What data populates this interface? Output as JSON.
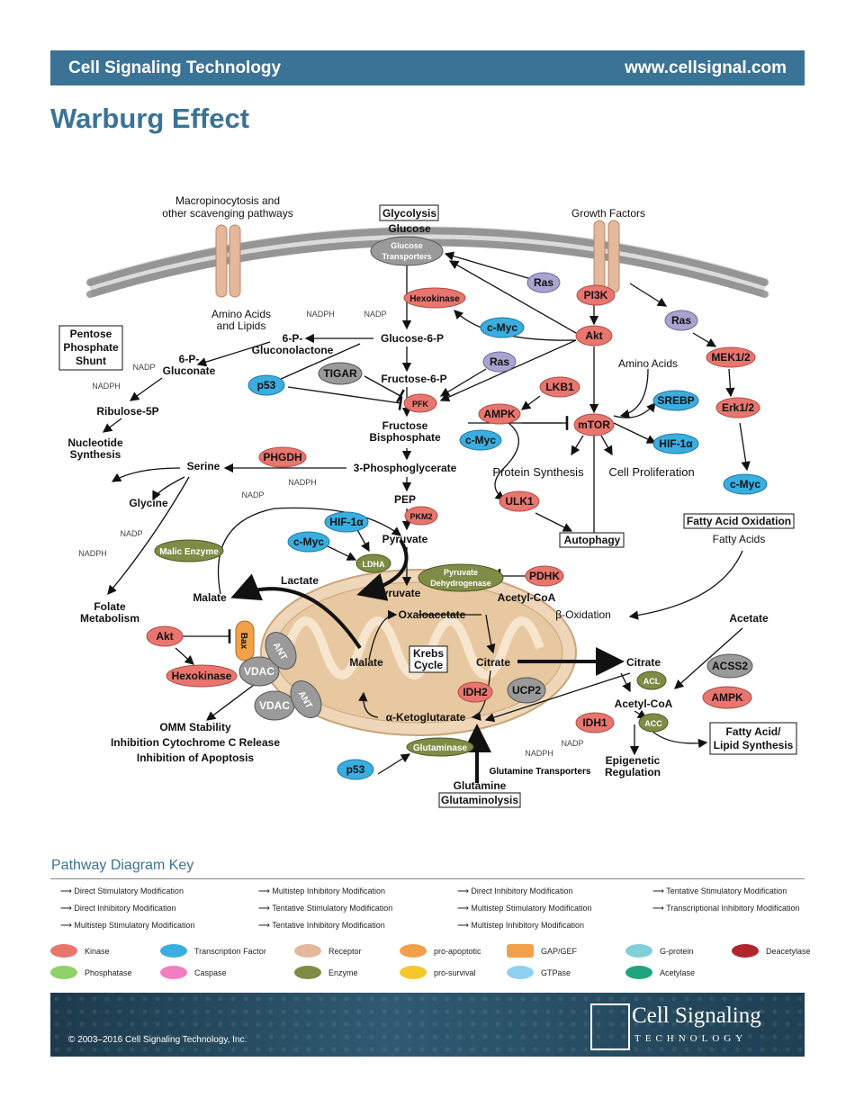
{
  "header": {
    "brand": "Cell Signaling Technology",
    "url": "www.cellsignal.com"
  },
  "page_title": "Warburg Effect",
  "diagram": {
    "macropinocytosis": [
      "Macropinocytosis and",
      "other scavenging pathways"
    ],
    "glycolysis_box": "Glycolysis",
    "glucose": "Glucose",
    "glucose_transporters": [
      "Glucose",
      "Transporters"
    ],
    "growth_factors": "Growth Factors",
    "amino_acids_lipids": [
      "Amino Acids",
      "and Lipids"
    ],
    "pentose_box": [
      "Pentose",
      "Phosphate",
      "Shunt"
    ],
    "nadph": "NADPH",
    "nadp": "NADP",
    "gluconolactone": [
      "6-P-",
      "Gluconolactone"
    ],
    "gluconate": [
      "6-P-",
      "Gluconate"
    ],
    "glucose6p": "Glucose-6-P",
    "fructose6p": "Fructose-6-P",
    "fructose_bisphosphate": [
      "Fructose",
      "Bisphosphate"
    ],
    "ribulose": "Ribulose-5P",
    "nucleotide": [
      "Nucleotide",
      "Synthesis"
    ],
    "serine": "Serine",
    "glycine": "Glycine",
    "phosphoglycerate": "3-Phosphoglycerate",
    "pep": "PEP",
    "pyruvate": "Pyruvate",
    "lactate": "Lactate",
    "malate": "Malate",
    "folate": [
      "Folate",
      "Metabolism"
    ],
    "protein_synthesis": "Protein Synthesis",
    "cell_proliferation": "Cell Proliferation",
    "amino_acids": "Amino Acids",
    "autophagy_box": "Autophagy",
    "fatty_acid_oxidation_box": "Fatty Acid Oxidation",
    "fatty_acids": "Fatty Acids",
    "beta_oxidation": "β-Oxidation",
    "acetate": "Acetate",
    "oxaloacetate": "Oxaloacetate",
    "acetyl_coa": "Acetyl-CoA",
    "citrate": "Citrate",
    "krebs_box": [
      "Krebs",
      "Cycle"
    ],
    "ketoglutarate": "α-Ketoglutarate",
    "glutamine": "Glutamine",
    "glutamine_transporters": "Glutamine Transporters",
    "glutaminolysis_box": "Glutaminolysis",
    "epigenetic": [
      "Epigenetic",
      "Regulation"
    ],
    "fatty_acid_synthesis_box": [
      "Fatty Acid/",
      "Lipid Synthesis"
    ],
    "omm": [
      "OMM Stability",
      "Inhibition Cytochrome C Release",
      "Inhibition of Apoptosis"
    ],
    "nodes": {
      "ras1": "Ras",
      "pi3k": "PI3K",
      "ras2": "Ras",
      "akt": "Akt",
      "mek": "MEK1/2",
      "erk": "Erk1/2",
      "cmyc": "c-Myc",
      "hexokinase": "Hexokinase",
      "cmyc2": "c-Myc",
      "ras3": "Ras",
      "lkb1": "LKB1",
      "p53": "p53",
      "tigar": "TIGAR",
      "pfk": "PFK",
      "ampk": "AMPK",
      "cmyc3": "c-Myc",
      "mtor": "mTOR",
      "srebp": "SREBP",
      "hif1a": "HIF-1α",
      "phgdh": "PHGDH",
      "pkm2": "PKM2",
      "hif1a2": "HIF-1α",
      "cmyc4": "c-Myc",
      "ldha": "LDHA",
      "malic_enzyme": "Malic Enzyme",
      "ulk1": "ULK1",
      "pdh": [
        "Pyruvate",
        "Dehydrogenase"
      ],
      "pdhk": "PDHK",
      "akt2": "Akt",
      "bax": "Bax",
      "hexokinase2": "Hexokinase",
      "vdac": "VDAC",
      "ant": "ANT",
      "vdac2": "VDAC",
      "ant2": "ANT",
      "idh2": "IDH2",
      "ucp2": "UCP2",
      "acl": "ACL",
      "acss2": "ACSS2",
      "ampk2": "AMPK",
      "idh1": "IDH1",
      "acc": "ACC",
      "glutaminase": "Glutaminase",
      "p53b": "p53"
    }
  },
  "key": {
    "title": "Pathway Diagram Key",
    "lines": [
      "Direct Stimulatory Modification",
      "Multistep Inhibitory Modification",
      "Direct Inhibitory Modification",
      "Tentative Stimulatory Modification",
      "Direct Inhibitory Modification",
      "Tentative Stimulatory Modification",
      "Multistep Stimulatory Modification",
      "Transcriptional Inhibitory Modification",
      "Multistep Stimulatory Modification",
      "Tentative Inhibitory Modification",
      "Multistep Inhibitory Modification"
    ],
    "shapes": [
      "Kinase",
      "Transcription Factor",
      "Receptor",
      "pro-apoptotic",
      "GAP/GEF",
      "G-protein",
      "Deacetylase",
      "Phosphatase",
      "Caspase",
      "Enzyme",
      "pro-survival",
      "GTPase",
      "Acetylase"
    ]
  },
  "footer": {
    "copyright": "© 2003–2016 Cell Signaling Technology, Inc.",
    "logo_main": "Cell Signaling",
    "logo_sub": "TECHNOLOGY"
  },
  "colors": {
    "brand": "#3a7396",
    "kinase": "#e8766f",
    "tf": "#3aaee0",
    "receptor": "#e4b89a",
    "proapoptotic": "#f3a04a",
    "enzyme": "#7e8c45",
    "gtpase": "#a8a3cf",
    "grey": "#9a9a9a",
    "mito": "#efd6b8",
    "mito_inner": "#e7c8a0"
  }
}
